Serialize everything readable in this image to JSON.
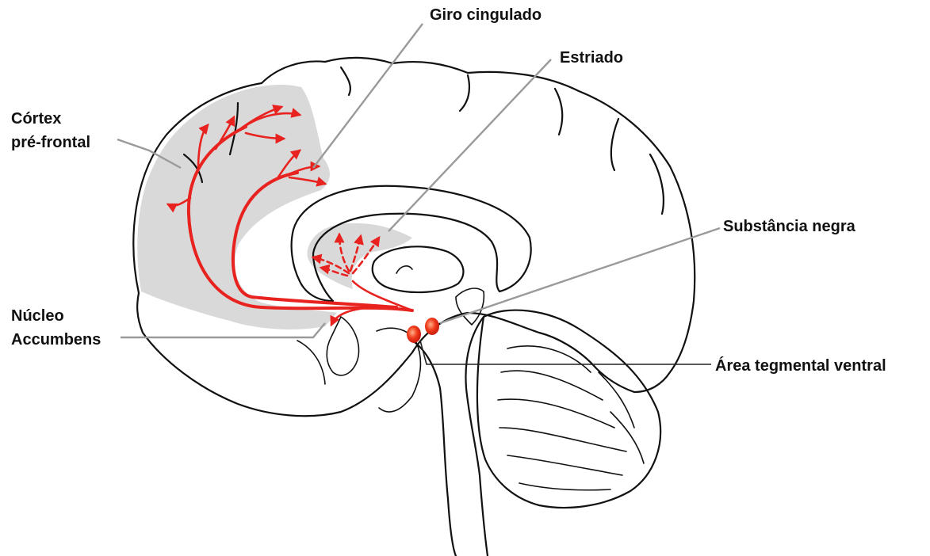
{
  "labels": {
    "giro_cingulado": "Giro cingulado",
    "estriado": "Estriado",
    "cortex_line1": "Córtex",
    "cortex_line2": "pré-frontal",
    "substancia_negra": "Substância negra",
    "nucleo_line1": "Núcleo",
    "nucleo_line2": "Accumbens",
    "area_tegmental": "Área tegmental ventral"
  },
  "colors": {
    "pathway": "#e8231f",
    "nucleus": "#f03a1a",
    "highlight_region": "#d9d9d9",
    "outline": "#111111",
    "leader_line": "#9a9a9a"
  }
}
